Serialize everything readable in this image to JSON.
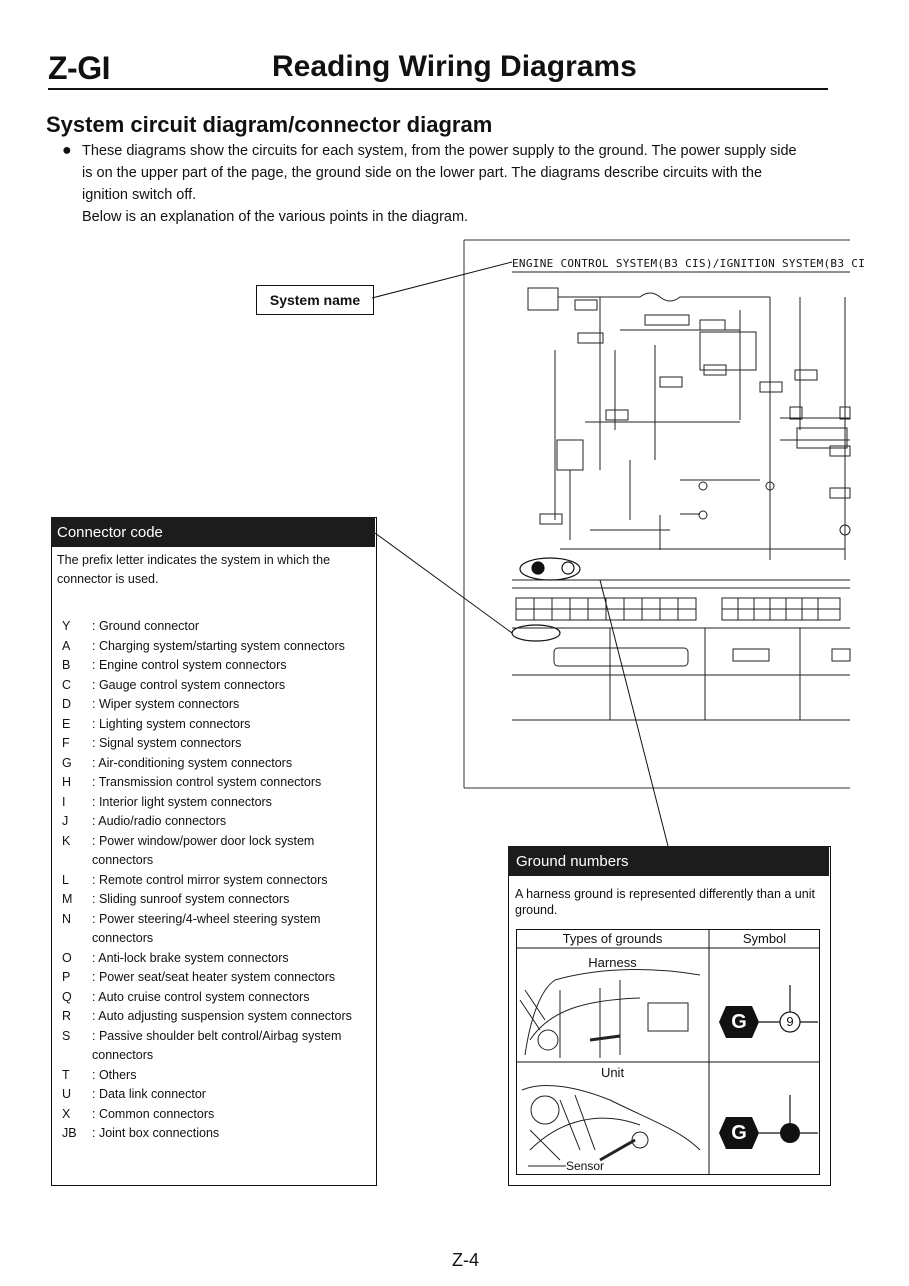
{
  "header": {
    "section_code": "Z-GI",
    "page_title": "Reading Wiring Diagrams"
  },
  "subheading": "System circuit diagram/connector diagram",
  "intro": {
    "bullet": "These diagrams show the circuits for each system, from the power supply to the ground. The power supply side is on the upper part of the page, the ground side on the lower part. The diagrams describe circuits with the ignition switch off.",
    "note": "Below is an explanation of the various points in the diagram."
  },
  "diagram": {
    "title": "ENGINE CONTROL SYSTEM(B3 CIS)/IGNITION SYSTEM(B3 CI"
  },
  "callouts": {
    "system_name": "System name"
  },
  "connector_code": {
    "header": "Connector code",
    "description": "The prefix letter indicates the system in which the connector is used.",
    "items": [
      {
        "code": "Y",
        "label": ": Ground connector"
      },
      {
        "code": "A",
        "label": ": Charging system/starting system connectors"
      },
      {
        "code": "B",
        "label": ": Engine control system connectors"
      },
      {
        "code": "C",
        "label": ": Gauge control system connectors"
      },
      {
        "code": "D",
        "label": ": Wiper system connectors"
      },
      {
        "code": "E",
        "label": ": Lighting system connectors"
      },
      {
        "code": "F",
        "label": ": Signal system connectors"
      },
      {
        "code": "G",
        "label": ": Air-conditioning system connectors"
      },
      {
        "code": "H",
        "label": ": Transmission control system connectors"
      },
      {
        "code": "I",
        "label": ": Interior light system connectors"
      },
      {
        "code": "J",
        "label": ": Audio/radio connectors"
      },
      {
        "code": "K",
        "label": ": Power window/power door lock system connectors"
      },
      {
        "code": "L",
        "label": ": Remote control mirror system connectors"
      },
      {
        "code": "M",
        "label": ": Sliding sunroof system connectors"
      },
      {
        "code": "N",
        "label": ": Power steering/4-wheel steering system connectors"
      },
      {
        "code": "O",
        "label": ": Anti-lock brake system connectors"
      },
      {
        "code": "P",
        "label": ": Power seat/seat heater system connectors"
      },
      {
        "code": "Q",
        "label": ": Auto cruise control system connectors"
      },
      {
        "code": "R",
        "label": ": Auto adjusting suspension system connectors"
      },
      {
        "code": "S",
        "label": ": Passive shoulder belt control/Airbag system connectors"
      },
      {
        "code": "T",
        "label": ": Others"
      },
      {
        "code": "U",
        "label": ": Data link connector"
      },
      {
        "code": "X",
        "label": ": Common connectors"
      },
      {
        "code": "JB",
        "label": ": Joint box connections"
      }
    ]
  },
  "ground_numbers": {
    "header": "Ground numbers",
    "description": "A harness ground is represented differently than a unit ground.",
    "col_types": "Types of grounds",
    "col_symbol": "Symbol",
    "harness_label": "Harness",
    "unit_label": "Unit",
    "sensor_label": "Sensor",
    "symbol_letter": "G",
    "harness_number": "9"
  },
  "page_number": "Z-4"
}
